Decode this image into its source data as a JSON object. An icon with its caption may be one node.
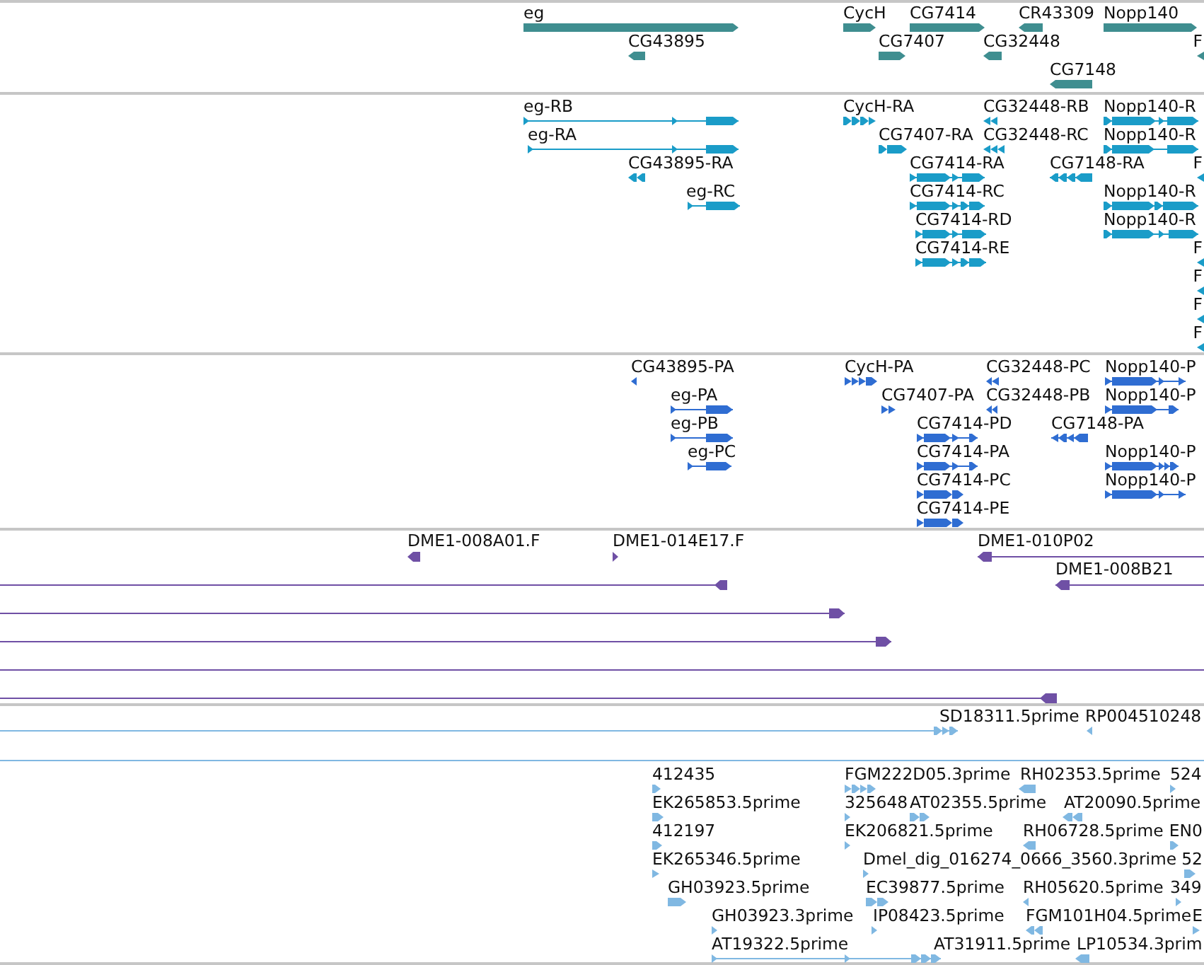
{
  "diagram": {
    "labels": [
      "eg",
      "CycH",
      "CG7414",
      "CR43309",
      "Nopp140",
      "CG43895",
      "CG7407",
      "CG32448",
      "F",
      "CG7148",
      "eg-RB",
      "CycH-RA",
      "CG32448-RB",
      "Nopp140-R",
      "eg-RA",
      "CG7407-RA",
      "CG32448-RC",
      "Nopp140-R",
      "CG43895-RA",
      "CG7414-RA",
      "CG7148-RA",
      "F",
      "eg-RC",
      "CG7414-RC",
      "Nopp140-R",
      "CG7414-RD",
      "Nopp140-R",
      "CG7414-RE",
      "F",
      "F",
      "F",
      "F",
      "CG43895-PA",
      "CycH-PA",
      "CG32448-PC",
      "Nopp140-P",
      "eg-PA",
      "CG7407-PA",
      "CG32448-PB",
      "Nopp140-P",
      "eg-PB",
      "CG7414-PD",
      "CG7148-PA",
      "eg-PC",
      "CG7414-PA",
      "Nopp140-P",
      "CG7414-PC",
      "Nopp140-P",
      "CG7414-PE",
      "DME1-008A01.F",
      "DME1-014E17.F",
      "DME1-010P02",
      "DME1-008B21",
      "SD18311.5prime",
      "RP004510248",
      "412435",
      "FGM222D05.3prime",
      "RH02353.5prime",
      "524",
      "EK265853.5prime",
      "325648",
      "AT02355.5prime",
      "AT20090.5prime",
      "412197",
      "EK206821.5prime",
      "RH06728.5prime",
      "EN0",
      "EK265346.5prime",
      "Dmel_dig_016274_0666_3560.3prime",
      "52",
      "GH03923.5prime",
      "EC39877.5prime",
      "RH05620.5prime",
      "349",
      "GH03923.3prime",
      "IP08423.5prime",
      "FGM101H04.5prime",
      "E",
      "AT19322.5prime",
      "AT31911.5prime",
      "LP10534.3prim"
    ]
  }
}
